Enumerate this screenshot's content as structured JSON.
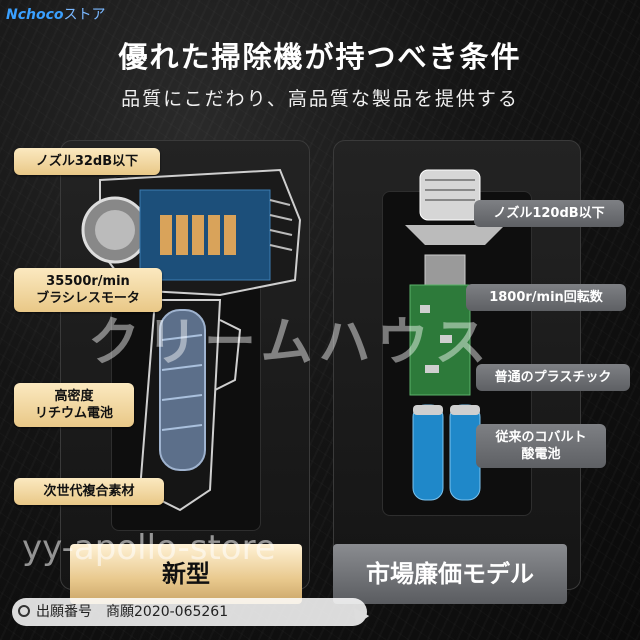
{
  "brand": {
    "name": "Nchoco",
    "suffix": "ストア"
  },
  "header": {
    "title": "優れた掃除機が持つべき条件",
    "subtitle": "品質にこだわり、高品質な製品を提供する"
  },
  "left_tags": [
    {
      "text": "ノズル32dB以下"
    },
    {
      "text": "35500r/min\nブラシレスモータ"
    },
    {
      "text": "高密度\nリチウム電池"
    },
    {
      "text": "次世代複合素材"
    }
  ],
  "right_tags": [
    {
      "text": "ノズル120dB以下"
    },
    {
      "text": "1800r/min回転数"
    },
    {
      "text": "普通のプラスチック"
    },
    {
      "text": "従来のコバルト\n酸電池"
    }
  ],
  "labels": {
    "new": "新型",
    "market": "市場廉価モデル"
  },
  "watermark": "クリームハウス",
  "store_watermark": "yy-apollo-store",
  "patent": "出願番号　商願2020-065261",
  "colors": {
    "gold": "#e9c887",
    "grey": "#6a6c70",
    "brand": "#3aa0ff"
  }
}
